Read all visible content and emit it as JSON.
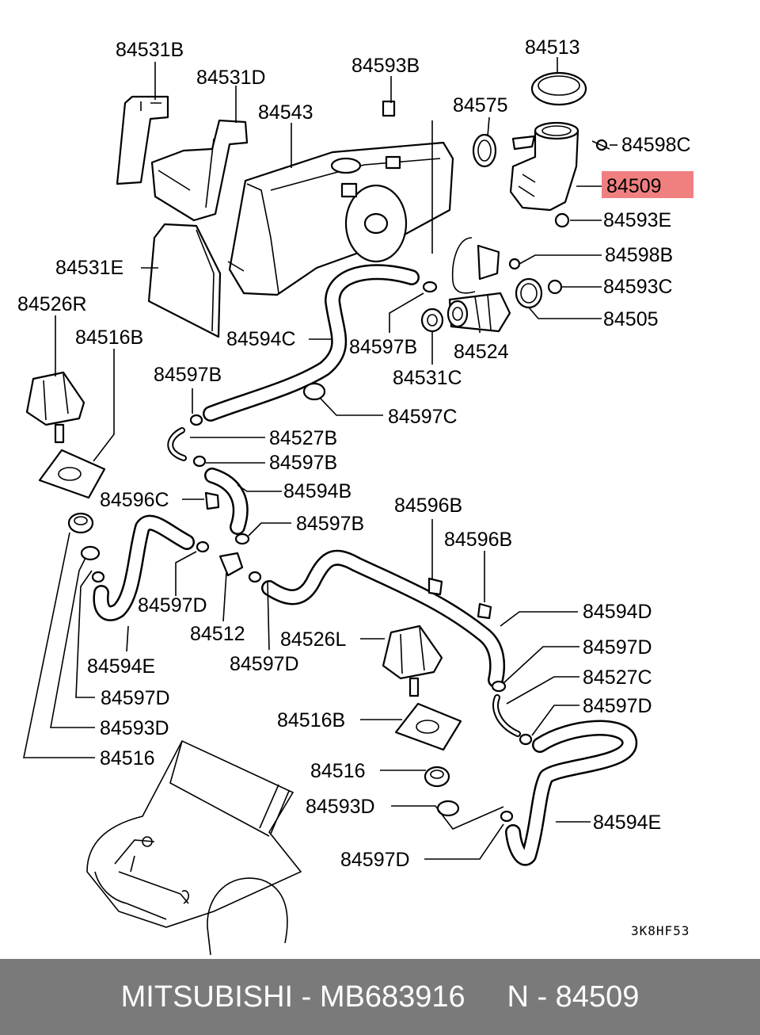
{
  "diagram": {
    "highlight_color": "#f08080",
    "drawing_code": "3K8HF53",
    "labels": {
      "p84531B": "84531B",
      "p84531D": "84531D",
      "p84593B": "84593B",
      "p84513": "84513",
      "p84575": "84575",
      "p84543": "84543",
      "p84598C": "84598C",
      "p84509": "84509",
      "p84593E": "84593E",
      "p84531E": "84531E",
      "p84598B": "84598B",
      "p84526R": "84526R",
      "p84593C": "84593C",
      "p84516B_top": "84516B",
      "p84505": "84505",
      "p84594C": "84594C",
      "p84597B_a": "84597B",
      "p84524": "84524",
      "p84531C": "84531C",
      "p84597B_b": "84597B",
      "p84597C": "84597C",
      "p84527B": "84527B",
      "p84597B_c": "84597B",
      "p84594B": "84594B",
      "p84596C": "84596C",
      "p84596B_a": "84596B",
      "p84597B_d": "84597B",
      "p84596B_b": "84596B",
      "p84597D_a": "84597D",
      "p84594D": "84594D",
      "p84512": "84512",
      "p84526L": "84526L",
      "p84597D_b": "84597D",
      "p84594E_a": "84594E",
      "p84597D_c": "84597D",
      "p84527C": "84527C",
      "p84597D_d": "84597D",
      "p84597D_e": "84597D",
      "p84593D_a": "84593D",
      "p84516B_bottom": "84516B",
      "p84516_a": "84516",
      "p84516_b": "84516",
      "p84593D_b": "84593D",
      "p84594E_b": "84594E",
      "p84597D_f": "84597D"
    }
  },
  "footer": {
    "text": "MITSUBISHI - MB683916     N - 84509"
  }
}
